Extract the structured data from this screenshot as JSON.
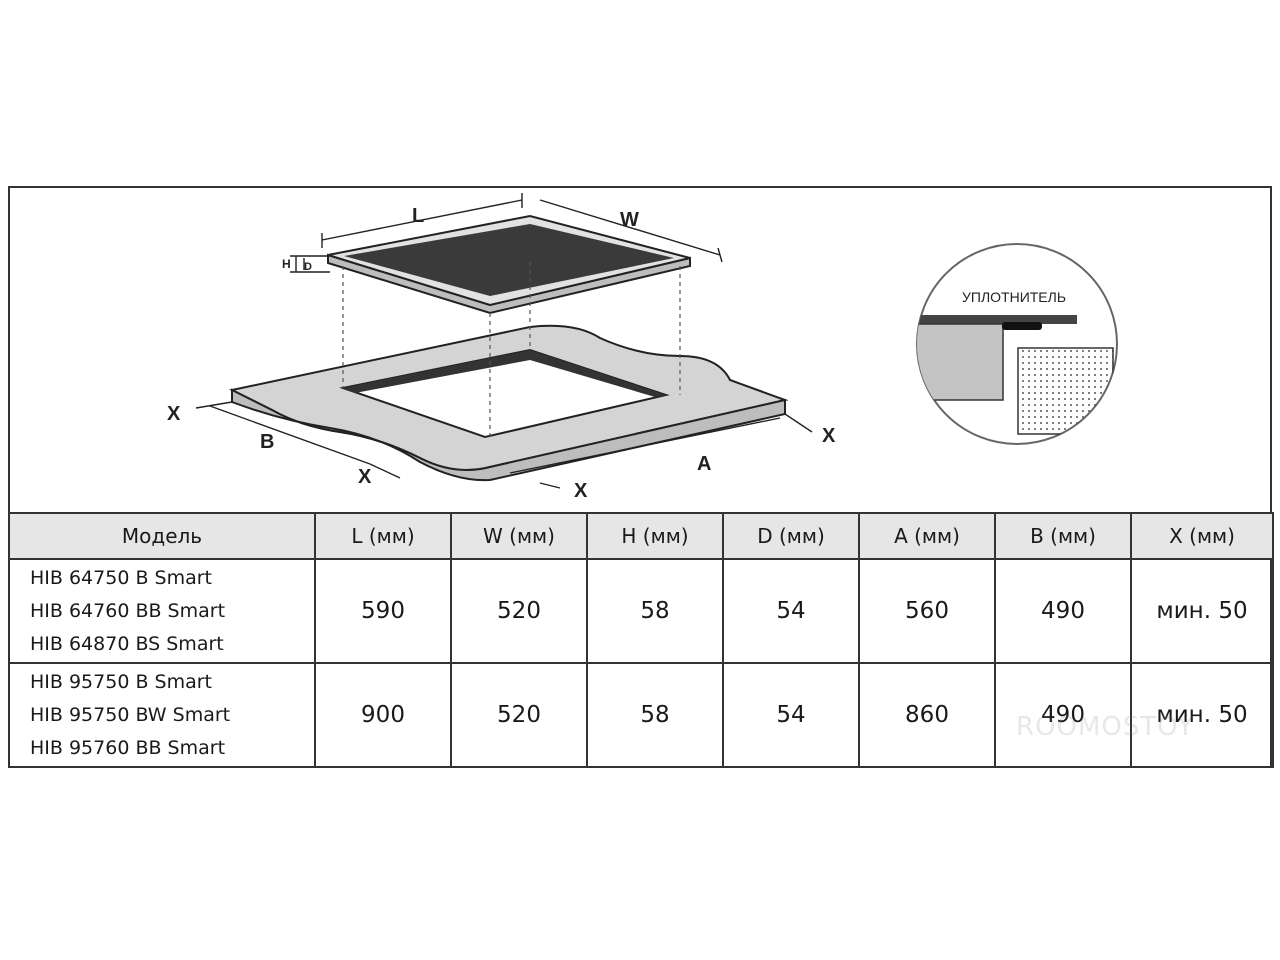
{
  "diagram": {
    "labels": {
      "L": "L",
      "W": "W",
      "H": "H",
      "D": "D",
      "A": "A",
      "B": "B",
      "X": "X"
    },
    "seal_label": "УПЛОТНИТЕЛЬ"
  },
  "table": {
    "headers": [
      "Модель",
      "L (мм)",
      "W (мм)",
      "H (мм)",
      "D (мм)",
      "A (мм)",
      "B (мм)",
      "X (мм)"
    ],
    "rows": [
      {
        "models": [
          "HIB 64750 B Smart",
          "HIB 64760 BB Smart",
          "HIB 64870 BS Smart"
        ],
        "L": "590",
        "W": "520",
        "H": "58",
        "D": "54",
        "A": "560",
        "B": "490",
        "X": "мин. 50"
      },
      {
        "models": [
          "HIB 95750 B Smart",
          "HIB 95750 BW Smart",
          "HIB 95760 BB Smart"
        ],
        "L": "900",
        "W": "520",
        "H": "58",
        "D": "54",
        "A": "860",
        "B": "490",
        "X": "мин. 50"
      }
    ]
  },
  "watermark": "ROOMOSTOY",
  "colors": {
    "cooktop": "#3a3a3a",
    "counter": "#d4d4d4",
    "lines": "#1a1a1a"
  }
}
